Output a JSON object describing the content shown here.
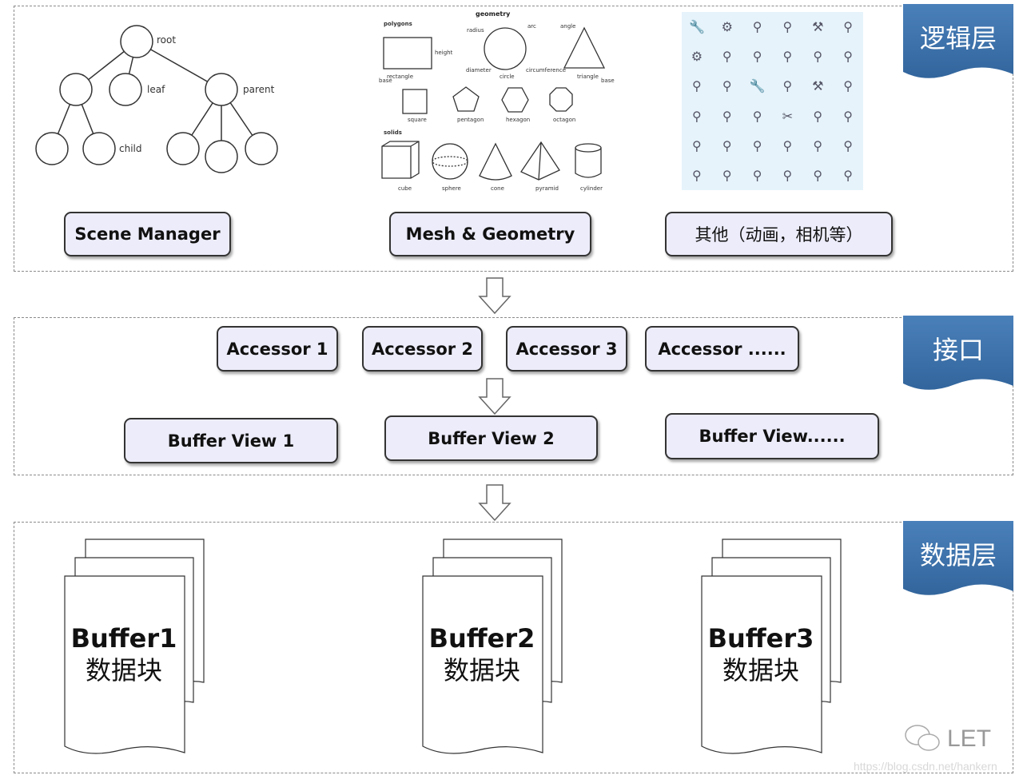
{
  "layers": {
    "logic": "逻辑层",
    "interface": "接口",
    "data": "数据层"
  },
  "tree": {
    "root": "root",
    "leaf": "leaf",
    "parent": "parent",
    "child": "child"
  },
  "geometry": {
    "title": "geometry",
    "polygons": "polygons",
    "solids": "solids",
    "labels": [
      "rectangle",
      "height",
      "base",
      "radius",
      "arc",
      "diameter",
      "circle",
      "circumference",
      "angle",
      "triangle",
      "base",
      "square",
      "pentagon",
      "hexagon",
      "octagon",
      "cube",
      "sphere",
      "cone",
      "pyramid",
      "cylinder"
    ]
  },
  "icon_grid": [
    "wrench-icon",
    "gear-icon",
    "bottle-icon",
    "screwdriver-icon",
    "hammer-icon",
    "tube-icon",
    "gear-icon",
    "ruler-icon",
    "hook-icon",
    "drill-icon",
    "pliers-icon",
    "pliers-icon",
    "oilcan-icon",
    "tape-icon",
    "wrench-icon",
    "saw-icon",
    "hammer-icon",
    "nails-icon",
    "roller-icon",
    "paintbrush-icon",
    "trowel-icon",
    "scissors-icon",
    "saw-icon",
    "trowel-icon",
    "bulb-icon",
    "file-icon",
    "tape-roll-icon",
    "bucket-icon",
    "glove-icon",
    "toolbox-icon",
    "shovel-icon",
    "plane-icon",
    "level-icon",
    "spanner-icon",
    "tape-measure-icon",
    "helmet-icon"
  ],
  "logic_buttons": [
    "Scene Manager",
    "Mesh & Geometry",
    "其他（动画，相机等）"
  ],
  "accessors": [
    "Accessor 1",
    "Accessor 2",
    "Accessor 3",
    "Accessor ......"
  ],
  "buffer_views": [
    "Buffer View 1",
    "Buffer View 2",
    "Buffer View......"
  ],
  "buffers": [
    {
      "name": "Buffer1",
      "desc": "数据块"
    },
    {
      "name": "Buffer2",
      "desc": "数据块"
    },
    {
      "name": "Buffer3",
      "desc": "数据块"
    }
  ],
  "watermark": {
    "brand": "LET",
    "url": "https://blog.csdn.net/hankern"
  },
  "colors": {
    "flag": "#3d72ab",
    "button_fill": "#ececfa"
  }
}
